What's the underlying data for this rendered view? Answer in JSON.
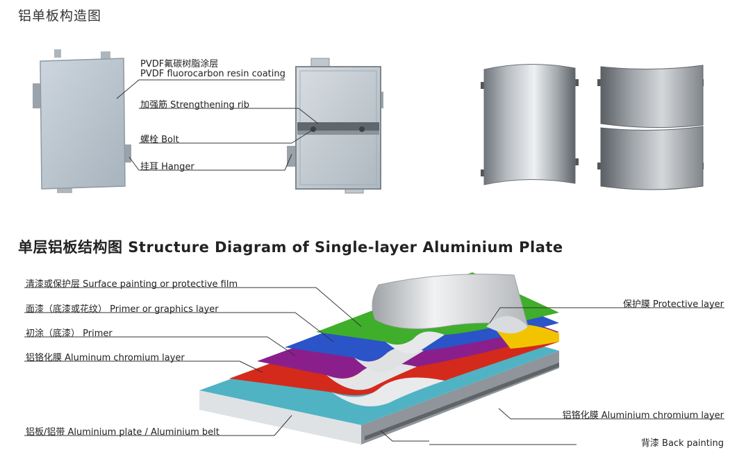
{
  "title_top": "铝单板构造图",
  "title_mid": "单层铝板结构图 Structure Diagram of Single-layer Aluminium Plate",
  "panel_labels": {
    "coating_cn": "PVDF氟碳树脂涂层",
    "coating_en": "PVDF fluorocarbon resin coating",
    "rib": "加强筋  Strengthening rib",
    "bolt": "螺栓  Bolt",
    "hanger": "挂耳  Hanger"
  },
  "layers_left": [
    "清漆或保护层  Surface painting or protective film",
    "面漆（底漆或花纹）  Primer or graphics layer",
    "初涂（底漆）  Primer",
    "铝铬化膜  Aluminum chromium layer",
    "铝板/铝带  Aluminium plate / Aluminium belt"
  ],
  "layers_right": [
    "保护膜  Protective layer",
    "铝铬化膜  Aluminium chromium layer",
    "背漆  Back painting"
  ],
  "colors": {
    "panel": "#b8c3cc",
    "panel_edge": "#8a96a0",
    "base": "#4fb3c4",
    "red": "#d42a1c",
    "purple": "#8a1f8c",
    "blue": "#2a54c8",
    "green": "#3fae2a",
    "yellow": "#f2c400",
    "silver": "#c9ccd0"
  }
}
